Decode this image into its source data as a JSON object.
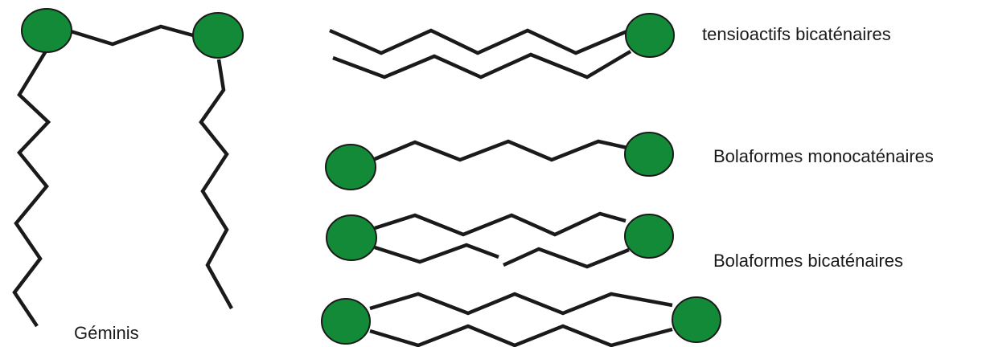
{
  "labels": {
    "geminis": "Géminis",
    "tensioactifs_bicatenaires": "tensioactifs bicaténaires",
    "bolaformes_monocatenaires": "Bolaformes monocaténaires",
    "bolaformes_bicatenaires": "Bolaformes bicaténaires"
  },
  "colors": {
    "head_fill": "#128a37",
    "head_stroke": "#1a1a1a",
    "chain": "#1a1a1a",
    "background": "#ffffff"
  }
}
